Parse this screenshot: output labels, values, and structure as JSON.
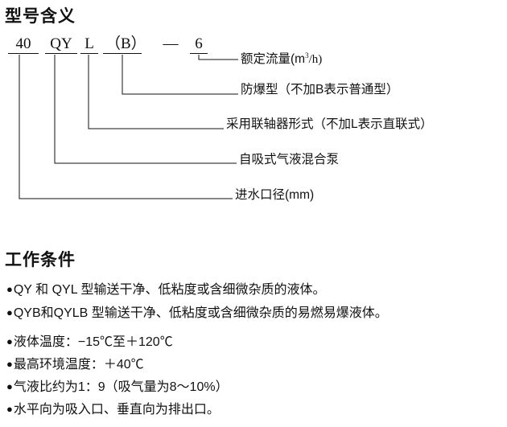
{
  "document": {
    "model_section": {
      "title": "型号含义",
      "code_tokens": [
        {
          "id": "40",
          "text": "40",
          "underlined": true
        },
        {
          "id": "qy",
          "text": "QY",
          "underlined": true
        },
        {
          "id": "l",
          "text": "L",
          "underlined": true
        },
        {
          "id": "b",
          "text": "（B）",
          "underlined": true
        },
        {
          "id": "dash",
          "text": "—",
          "underlined": false
        },
        {
          "id": "six",
          "text": "6",
          "underlined": true
        }
      ],
      "callouts": [
        {
          "id": "rated-flow",
          "text": "额定流量(m",
          "sup": "3",
          "tail": "/h)"
        },
        {
          "id": "explosion-proof",
          "text": "防爆型（不加B表示普通型）"
        },
        {
          "id": "coupling-type",
          "text": "采用联轴器形式（不加L表示直联式）"
        },
        {
          "id": "pump-type",
          "text": "自吸式气液混合泵"
        },
        {
          "id": "inlet-diameter",
          "text": "进水口径(mm)"
        }
      ]
    },
    "conditions_section": {
      "title": "工作条件",
      "bullet_marker": "●",
      "items": [
        "QY 和 QYL 型输送干净、低粘度或含细微杂质的液体。",
        "QYB和QYLB 型输送干净、低粘度或含细微杂质的易燃易爆液体。",
        "液体温度：−15℃至＋120℃",
        "最高环境温度：＋40℃",
        "气液比约为1：9（吸气量为8～10%）",
        "水平向为吸入口、垂直向为排出口。"
      ]
    }
  },
  "colors": {
    "background": "#ffffff",
    "text": "#111111",
    "line": "#111111"
  }
}
